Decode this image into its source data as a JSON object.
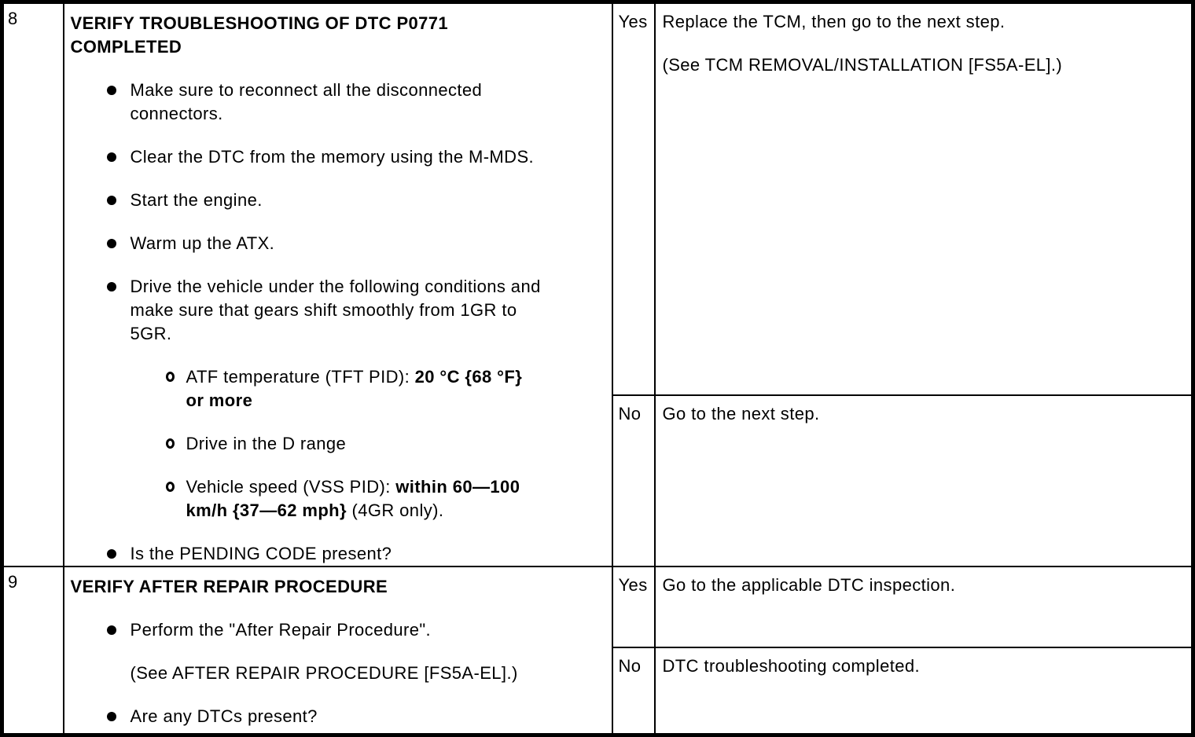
{
  "table": {
    "rows": [
      {
        "step": "8",
        "title_lines": [
          "VERIFY TROUBLESHOOTING OF DTC P0771",
          "COMPLETED"
        ],
        "bullets": [
          {
            "lines": [
              "Make sure to reconnect all the disconnected",
              "connectors."
            ]
          },
          {
            "lines": [
              "Clear the DTC from the memory using the M-MDS."
            ]
          },
          {
            "lines": [
              "Start the engine."
            ]
          },
          {
            "lines": [
              "Warm up the ATX."
            ]
          },
          {
            "lines": [
              "Drive the vehicle under the following conditions and",
              "make sure that gears shift smoothly from 1GR to",
              "5GR."
            ]
          }
        ],
        "sub_bullets": [
          {
            "l1_regular": "ATF temperature (TFT PID): ",
            "l1_bold": "20 °C {68 °F}",
            "l2_bold": "or more"
          },
          {
            "l1_regular": "Drive in the D range"
          },
          {
            "l1_regular": "Vehicle speed (VSS PID): ",
            "l1_bold": "within 60—100",
            "l2_bold": "km/h {37—62 mph}",
            "l2_regular": " (4GR only)."
          }
        ],
        "final_bullet": "Is the PENDING CODE present?",
        "results": [
          {
            "answer": "Yes",
            "lines": [
              "Replace the TCM, then go to the next step.",
              "(See TCM REMOVAL/INSTALLATION [FS5A-EL].)"
            ]
          },
          {
            "answer": "No",
            "lines": [
              "Go to the next step."
            ]
          }
        ]
      },
      {
        "step": "9",
        "title_lines": [
          "VERIFY AFTER REPAIR PROCEDURE"
        ],
        "bullets": [
          {
            "lines": [
              "Perform the \"After Repair Procedure\"."
            ]
          }
        ],
        "note": "(See AFTER REPAIR PROCEDURE [FS5A-EL].)",
        "final_bullet": "Are any DTCs present?",
        "results": [
          {
            "answer": "Yes",
            "lines": [
              "Go to the applicable DTC inspection."
            ]
          },
          {
            "answer": "No",
            "lines": [
              "DTC troubleshooting completed."
            ]
          }
        ]
      }
    ],
    "colors": {
      "ink": "#000000",
      "paper": "#ffffff"
    }
  }
}
